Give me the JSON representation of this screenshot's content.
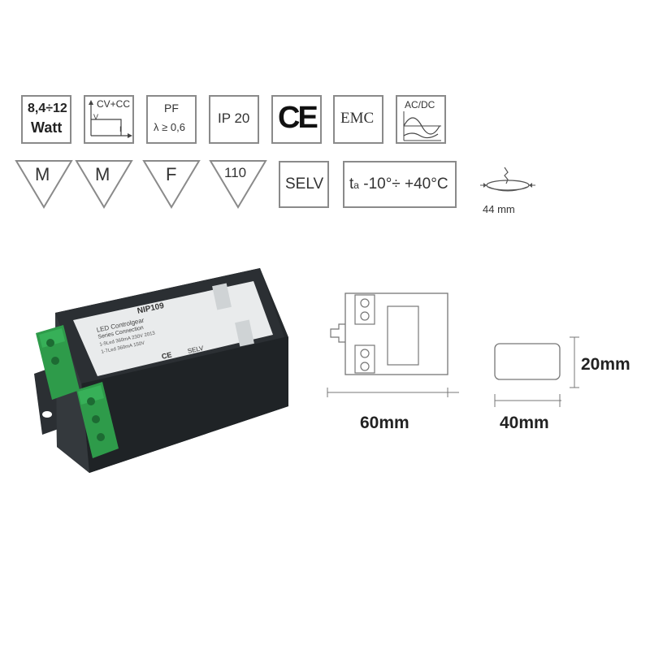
{
  "icons_row1": {
    "watt": {
      "line1": "8,4÷12",
      "line2": "Watt"
    },
    "cvcc": {
      "title": "CV+CC",
      "v": "V",
      "i": "I"
    },
    "pf": {
      "title": "PF",
      "value": "λ ≥ 0,6"
    },
    "ip": {
      "label": "IP 20"
    },
    "ce": {
      "label": "CE"
    },
    "emc": {
      "label": "EMC"
    },
    "acdc": {
      "label": "AC/DC"
    }
  },
  "icons_row2": {
    "tri1": {
      "label": "M"
    },
    "tri2": {
      "label": "M"
    },
    "tri3": {
      "label": "F"
    },
    "tri4": {
      "label": "110"
    },
    "selv": {
      "label": "SELV"
    },
    "temp": {
      "prefix": "t",
      "sub": "a",
      "range": " -10°÷ +40°C"
    },
    "hole": {
      "label": "44 mm"
    }
  },
  "product_label": {
    "model": "NIP109",
    "line1": "LED Controlgear",
    "line2": "Series Connection",
    "line3": "1-9Led 360mA  230V  2013",
    "line4": "1-7Led 360mA  150V",
    "ce": "CE",
    "selv": "SELV"
  },
  "dimensions": {
    "length": "60mm",
    "width": "40mm",
    "height": "20mm"
  },
  "colors": {
    "icon_border": "#8a8a8a",
    "housing": "#2b2f33",
    "label": "#e9ebec",
    "terminal": "#2e9b4a"
  }
}
